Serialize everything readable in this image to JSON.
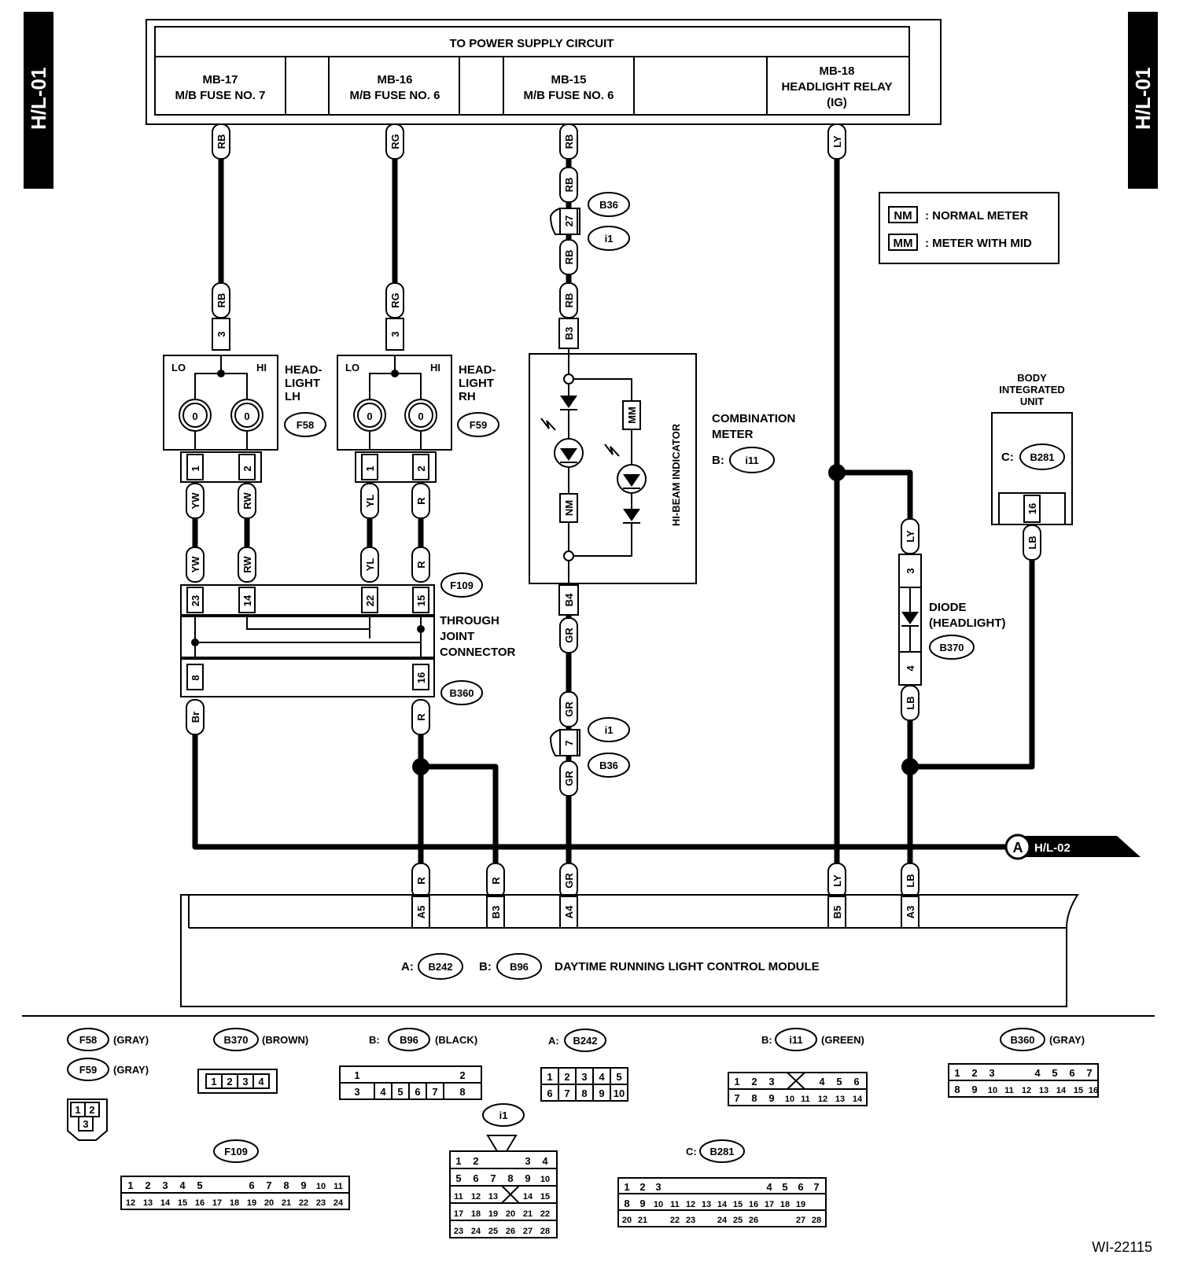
{
  "page_tag": "H/L-01",
  "power": {
    "title": "TO POWER SUPPLY CIRCUIT",
    "fuses": [
      {
        "id": "MB-17",
        "name": "M/B FUSE NO. 7"
      },
      {
        "id": "MB-16",
        "name": "M/B FUSE NO. 6"
      },
      {
        "id": "MB-15",
        "name": "M/B FUSE NO. 6"
      },
      {
        "id": "MB-18",
        "name": "HEADLIGHT RELAY",
        "extra": "(IG)"
      }
    ]
  },
  "legend": [
    {
      "code": "NM",
      "text": ": NORMAL METER"
    },
    {
      "code": "MM",
      "text": ": METER WITH MID"
    }
  ],
  "components": {
    "headlight_lh": {
      "l1": "HEAD-",
      "l2": "LIGHT",
      "l3": "LH",
      "conn": "F58",
      "lo": "LO",
      "hi": "HI"
    },
    "headlight_rh": {
      "l1": "HEAD-",
      "l2": "LIGHT",
      "l3": "RH",
      "conn": "F59",
      "lo": "LO",
      "hi": "HI"
    },
    "combination_meter": {
      "l1": "COMBINATION",
      "l2": "METER",
      "prefix": "B:",
      "conn": "i11",
      "indicator": "HI-BEAM INDICATOR"
    },
    "body_integrated_unit": {
      "l1": "BODY",
      "l2": "INTEGRATED",
      "l3": "UNIT",
      "prefix": "C:",
      "conn": "B281"
    },
    "through_joint": {
      "l1": "THROUGH",
      "l2": "JOINT",
      "l3": "CONNECTOR",
      "conn_top": "F109",
      "conn_bot": "B360"
    },
    "diode": {
      "l1": "DIODE",
      "l2": "(HEADLIGHT)",
      "conn": "B370"
    },
    "drl_module": {
      "a_prefix": "A:",
      "a_conn": "B242",
      "b_prefix": "B:",
      "b_conn": "B96",
      "name": "DAYTIME RUNNING LIGHT CONTROL MODULE"
    }
  },
  "wires": {
    "rb": "RB",
    "rg": "RG",
    "ly": "LY",
    "yw": "YW",
    "rw": "RW",
    "yl": "YL",
    "r": "R",
    "br": "Br",
    "gr": "GR",
    "lb": "LB"
  },
  "pins": {
    "p3": "3",
    "p1": "1",
    "p2": "2",
    "p27": "27",
    "p7": "7",
    "p23": "23",
    "p14": "14",
    "p22": "22",
    "p15": "15",
    "p8": "8",
    "p16": "16",
    "p4": "4",
    "b3": "B3",
    "b4": "B4",
    "a5": "A5",
    "a4": "A4",
    "b5": "B5",
    "a3": "A3"
  },
  "conn_b36": "B36",
  "conn_i1": "i1",
  "nm": "NM",
  "mm": "MM",
  "offpage": {
    "marker": "A",
    "ref": "H/L-02"
  },
  "connector_views": {
    "f58": {
      "name": "F58",
      "color": "(GRAY)"
    },
    "f59": {
      "name": "F59",
      "color": "(GRAY)"
    },
    "b370": {
      "name": "B370",
      "color": "(BROWN)"
    },
    "b96": {
      "prefix": "B:",
      "name": "B96",
      "color": "(BLACK)"
    },
    "b242": {
      "prefix": "A:",
      "name": "B242"
    },
    "i11": {
      "prefix": "B:",
      "name": "i11",
      "color": "(GREEN)"
    },
    "b360": {
      "name": "B360",
      "color": "(GRAY)"
    },
    "i1": {
      "name": "i1"
    },
    "f109": {
      "name": "F109"
    },
    "b281": {
      "prefix": "C:",
      "name": "B281"
    }
  },
  "figure_id": "WI-22115"
}
